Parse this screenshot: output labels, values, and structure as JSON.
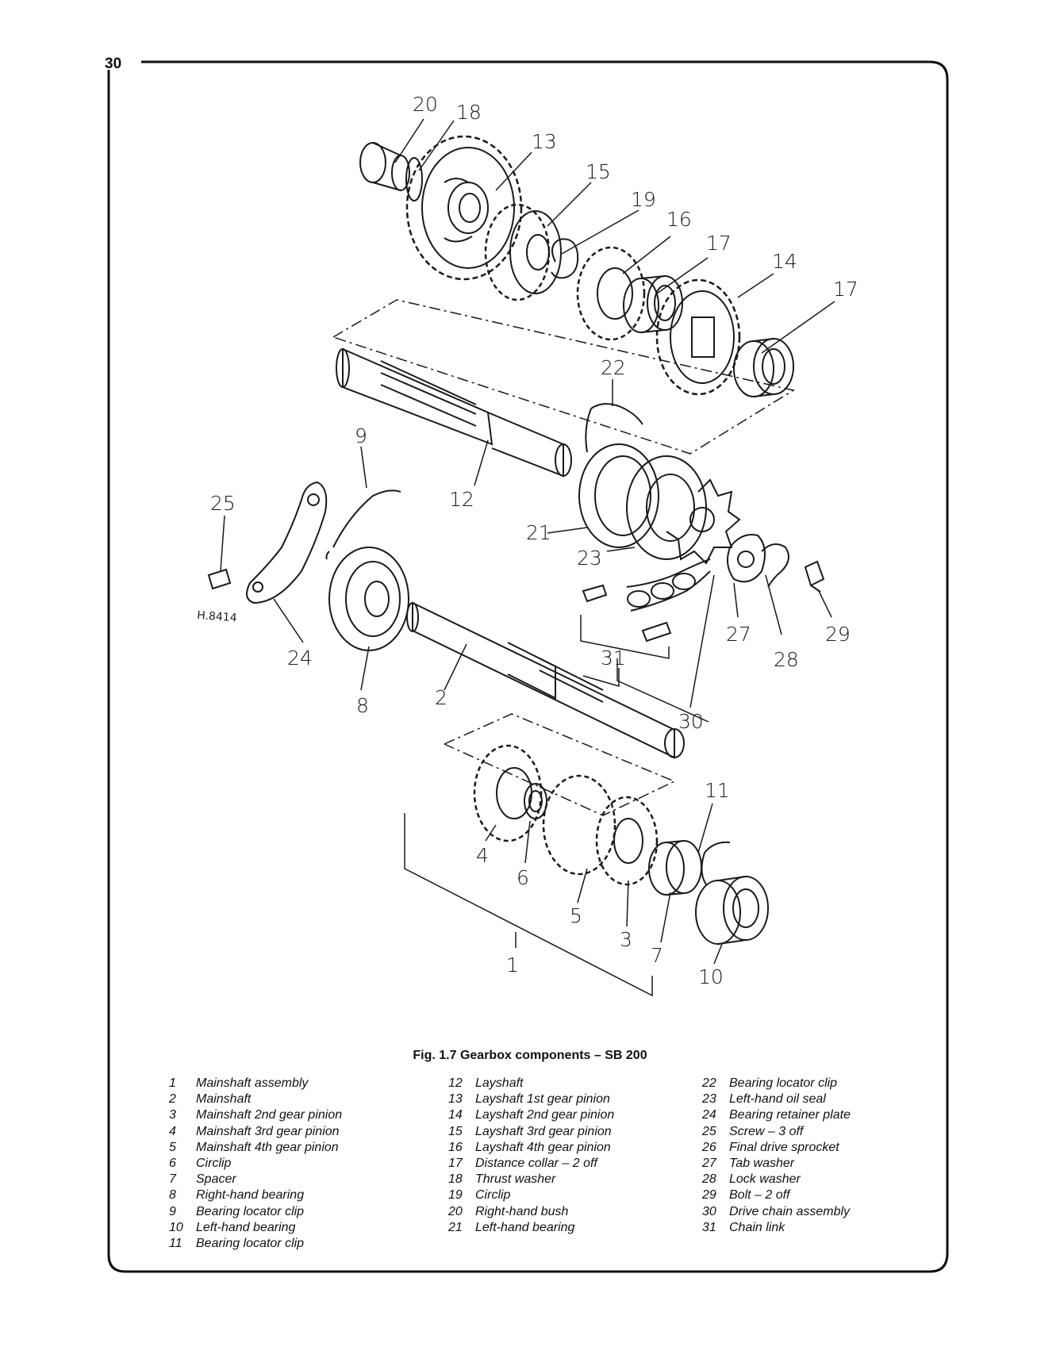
{
  "page": {
    "number": "30"
  },
  "figure": {
    "caption": "Fig. 1.7 Gearbox components – SB 200",
    "reference_code": "H.8414",
    "callouts": [
      "20",
      "18",
      "13",
      "15",
      "19",
      "16",
      "17",
      "14",
      "17",
      "22",
      "9",
      "25",
      "12",
      "21",
      "23",
      "27",
      "28",
      "29",
      "24",
      "8",
      "2",
      "31",
      "30",
      "11",
      "4",
      "6",
      "5",
      "3",
      "7",
      "10",
      "1"
    ]
  },
  "legend": {
    "col1": [
      {
        "num": "1",
        "text": "Mainshaft assembly"
      },
      {
        "num": "2",
        "text": "Mainshaft"
      },
      {
        "num": "3",
        "text": "Mainshaft 2nd gear pinion"
      },
      {
        "num": "4",
        "text": "Mainshaft 3rd gear pinion"
      },
      {
        "num": "5",
        "text": "Mainshaft 4th gear pinion"
      },
      {
        "num": "6",
        "text": "Circlip"
      },
      {
        "num": "7",
        "text": "Spacer"
      },
      {
        "num": "8",
        "text": "Right-hand bearing"
      },
      {
        "num": "9",
        "text": "Bearing locator clip"
      },
      {
        "num": "10",
        "text": "Left-hand bearing"
      },
      {
        "num": "11",
        "text": "Bearing locator clip"
      }
    ],
    "col2": [
      {
        "num": "12",
        "text": "Layshaft"
      },
      {
        "num": "13",
        "text": "Layshaft 1st gear pinion"
      },
      {
        "num": "14",
        "text": "Layshaft 2nd gear pinion"
      },
      {
        "num": "15",
        "text": "Layshaft 3rd gear pinion"
      },
      {
        "num": "16",
        "text": "Layshaft 4th gear pinion"
      },
      {
        "num": "17",
        "text": "Distance collar – 2 off"
      },
      {
        "num": "18",
        "text": "Thrust washer"
      },
      {
        "num": "19",
        "text": "Circlip"
      },
      {
        "num": "20",
        "text": "Right-hand bush"
      },
      {
        "num": "21",
        "text": "Left-hand bearing"
      }
    ],
    "col3": [
      {
        "num": "22",
        "text": "Bearing locator clip"
      },
      {
        "num": "23",
        "text": "Left-hand oil seal"
      },
      {
        "num": "24",
        "text": "Bearing retainer plate"
      },
      {
        "num": "25",
        "text": "Screw – 3 off"
      },
      {
        "num": "26",
        "text": "Final drive sprocket"
      },
      {
        "num": "27",
        "text": "Tab washer"
      },
      {
        "num": "28",
        "text": "Lock washer"
      },
      {
        "num": "29",
        "text": "Bolt – 2 off"
      },
      {
        "num": "30",
        "text": "Drive chain assembly"
      },
      {
        "num": "31",
        "text": "Chain link"
      }
    ]
  }
}
